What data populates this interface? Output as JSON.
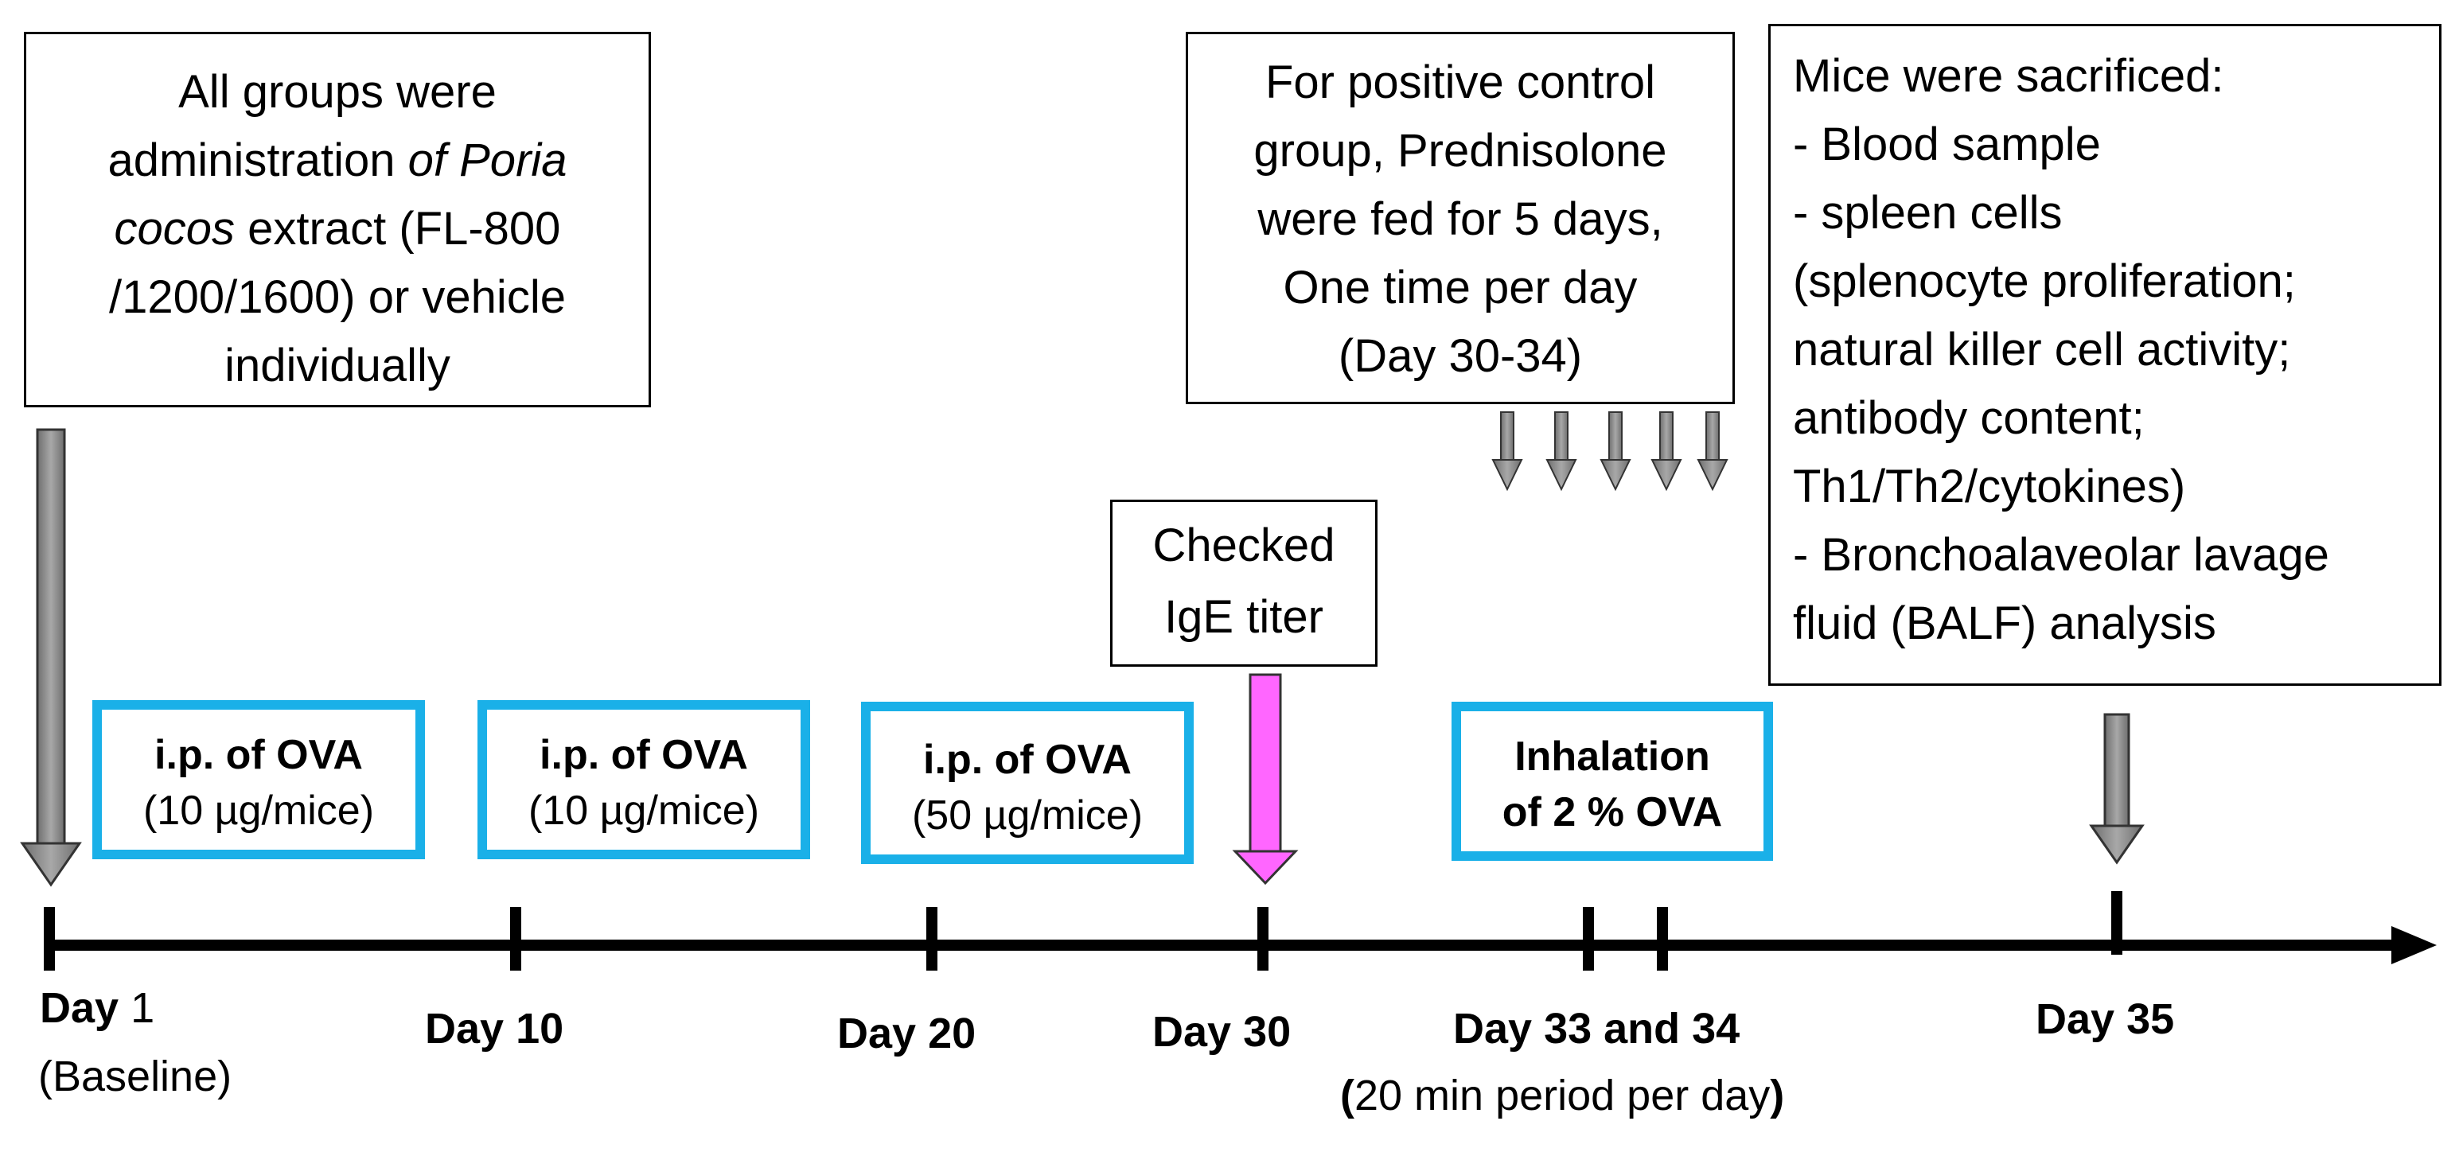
{
  "boxes": {
    "admin": {
      "line1": "All groups were",
      "line2a": "administration ",
      "line2b": "of Poria",
      "line3a": "cocos",
      "line3b": " extract (FL-800",
      "line4": "/1200/1600) or vehicle",
      "line5": "individually"
    },
    "prednisolone": {
      "line1": "For positive control",
      "line2": "group, Prednisolone",
      "line3": "were fed for 5 days,",
      "line4": "One time per day",
      "line5": "(Day 30-34)"
    },
    "sacrificed": {
      "line1": "Mice were sacrificed:",
      "line2": "- Blood sample",
      "line3": "- spleen cells",
      "line4": "(splenocyte proliferation;",
      "line5": "natural killer cell activity;",
      "line6": "antibody content;",
      "line7": "Th1/Th2/cytokines)",
      "line8": "- Bronchoalaveolar lavage",
      "line9": "fluid (BALF) analysis"
    },
    "ige": {
      "line1": "Checked",
      "line2": "IgE titer"
    }
  },
  "ova_boxes": [
    {
      "title": "i.p. of OVA",
      "dose": "(10 µg/mice)"
    },
    {
      "title": "i.p. of OVA",
      "dose": "(10 µg/mice)"
    },
    {
      "title": "i.p. of OVA",
      "dose": "(50 µg/mice)"
    },
    {
      "title": "Inhalation",
      "dose": "of 2 % OVA"
    }
  ],
  "days": {
    "day1_bold": "Day",
    "day1_num": " 1",
    "day1_sub": "(Baseline)",
    "day10": "Day 10",
    "day20": "Day 20",
    "day30": "Day 30",
    "day33": "Day 33 and 34",
    "day33_sub_paren_open": "(",
    "day33_sub": "20 min period per day",
    "day33_sub_paren_close": ")",
    "day35": "Day 35"
  },
  "colors": {
    "ova_border": "#1ab0e8",
    "gray_arrow": "#8c8c8c",
    "ige_arrow": "#ff66ff",
    "timeline": "#000000"
  }
}
